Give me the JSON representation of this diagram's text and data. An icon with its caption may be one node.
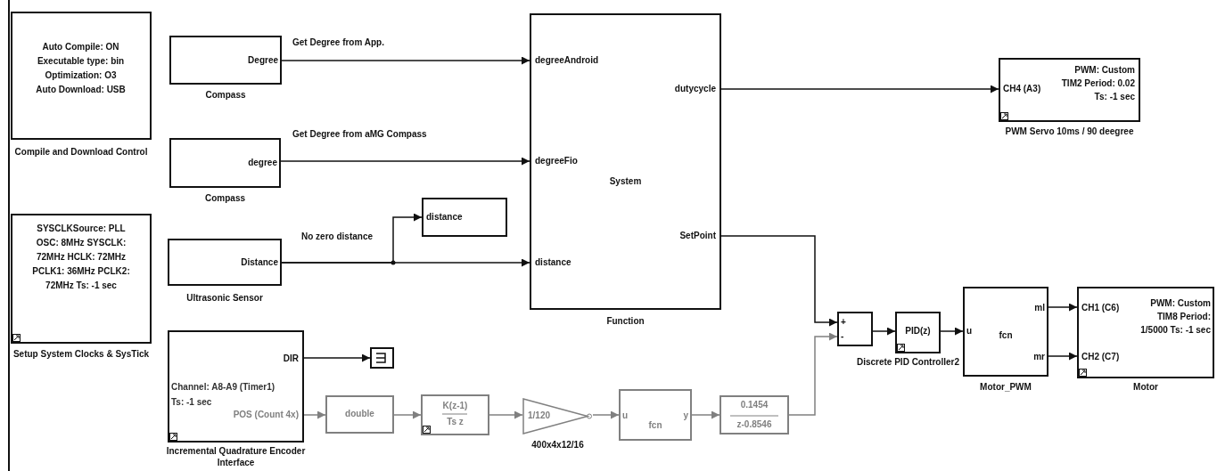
{
  "diagram": {
    "nodes": [
      {
        "text": [
          "Auto Compile: ON Executable type: bin Optimization: O3 Auto Download: USB",
          "Compile and Download Control"
        ]
      },
      {
        "text": [
          "Degree",
          "Compass"
        ]
      },
      {
        "text": [
          "degree",
          "Compass"
        ]
      },
      {
        "text": [
          "SYSCLKSource: PLL OSC: 8MHz SYSCLK: 72MHz HCLK: 72MHz PCLK1: 36MHz PCLK2: 72MHz Ts: -1 sec",
          "Setup System Clocks & SysTick"
        ]
      },
      {
        "text": [
          "Distance",
          "Ultrasonic Sensor"
        ]
      },
      {
        "text": [
          "distance"
        ]
      },
      {
        "text": [
          "degreeAndroid",
          "degreeFio",
          "distance",
          "dutycycle",
          "SetPoint",
          "System",
          "Function"
        ]
      },
      {
        "text": [
          "CH4 (A3)",
          "PWM: Custom TIM2 Period: 0.02 Ts: -1 sec",
          "PWM Servo 10ms / 90 deegree"
        ]
      },
      {
        "text": [
          "DIR",
          "Channel: A8-A9 (Timer1) Ts: -1 sec",
          "POS (Count 4x)",
          "Incremental Quadrature Encoder Interface"
        ]
      },
      {
        "text": [],
        "shape": "box"
      },
      {
        "text": [
          "double"
        ]
      },
      {
        "text": [
          "K(z-1)",
          "Ts z"
        ]
      },
      {
        "text": [
          "1/120",
          "400x4x12/16"
        ]
      },
      {
        "text": [
          "u",
          "fcn",
          "y"
        ]
      },
      {
        "text": [
          "0.1454",
          "z-0.8546"
        ]
      },
      {
        "text": [
          "+",
          "-"
        ]
      },
      {
        "text": [
          "PID(z)",
          "Discrete PID Controller2"
        ]
      },
      {
        "text": [
          "u",
          "fcn",
          "ml",
          "mr",
          "Motor_PWM"
        ]
      },
      {
        "text": [
          "CH1 (C6)",
          "CH2 (C7)",
          "PWM: Custom TIM8 Period: 1/5000 Ts: -1 sec",
          "Motor"
        ]
      }
    ],
    "edges": [
      {
        "from": 1,
        "to": 6,
        "arrow": "to",
        "label": "Get Degree from App."
      },
      {
        "from": 2,
        "to": 6,
        "arrow": "to",
        "label": "Get Degree from aMG Compass"
      },
      {
        "from": 4,
        "to": 6,
        "arrow": "to",
        "label": "No zero distance"
      },
      {
        "from": 4,
        "to": 5,
        "arrow": "to"
      },
      {
        "from": 6,
        "to": 7,
        "arrow": "to"
      },
      {
        "from": 6,
        "to": 15,
        "arrow": "to"
      },
      {
        "from": 8,
        "to": 9,
        "arrow": "to"
      },
      {
        "from": 8,
        "to": 10,
        "arrow": "to",
        "color": "#808080"
      },
      {
        "from": 10,
        "to": 11,
        "arrow": "to",
        "color": "#808080"
      },
      {
        "from": 11,
        "to": 12,
        "arrow": "to",
        "color": "#808080"
      },
      {
        "from": 12,
        "to": 13,
        "arrow": "to",
        "color": "#808080"
      },
      {
        "from": 13,
        "to": 14,
        "arrow": "to",
        "color": "#808080"
      },
      {
        "from": 14,
        "to": 15,
        "arrow": "to",
        "color": "#808080"
      },
      {
        "from": 15,
        "to": 16,
        "arrow": "to"
      },
      {
        "from": 16,
        "to": 17,
        "arrow": "to"
      },
      {
        "from": 17,
        "to": 18,
        "arrow": "to"
      },
      {
        "from": 17,
        "to": 18,
        "arrow": "to"
      }
    ]
  }
}
